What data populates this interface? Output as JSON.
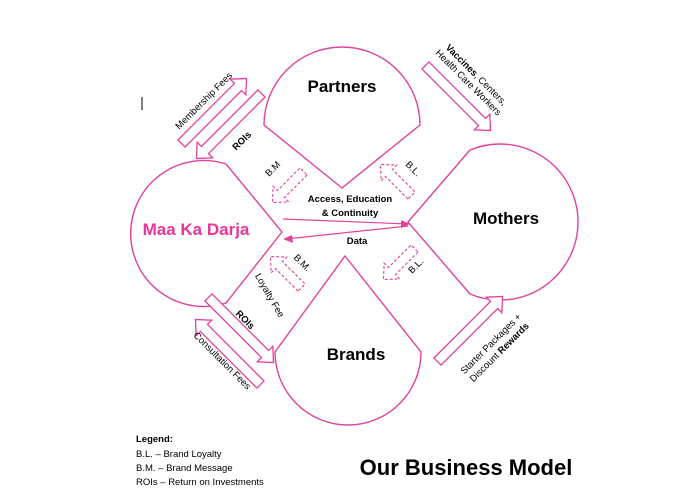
{
  "nodes": {
    "partners": "Partners",
    "mothers": "Mothers",
    "brands": "Brands",
    "maakadarja": "Maa Ka Darja"
  },
  "flows": {
    "membership_fees": "Membership Fees",
    "rois_top": "ROIs",
    "vaccines_bold": "Vaccines",
    "vaccines_rest": ", Centers,",
    "health_care_workers": "Health Care Workers",
    "bm_top": "B.M",
    "bl_top": "B.L.",
    "access_line1": "Access, Education",
    "access_line2": "& Continuity",
    "data": "Data",
    "bm_bottom": "B.M.",
    "bl_bottom": "B.L.",
    "loyalty_fee": "Loyalty Fee",
    "rois_bottom": "ROIs",
    "consultation_fees": "Consultation  Fees",
    "starter_packages": "Starter Packages +",
    "discount": "Discount ",
    "rewards": "Rewards"
  },
  "legend": {
    "heading": "Legend:",
    "items": [
      "B.L. – Brand Loyalty",
      "B.M. – Brand Message",
      "ROIs – Return on Investments"
    ]
  },
  "title": "Our Business Model",
  "colors": {
    "accent": "#e0439a",
    "brand_text": "#e8369a"
  }
}
